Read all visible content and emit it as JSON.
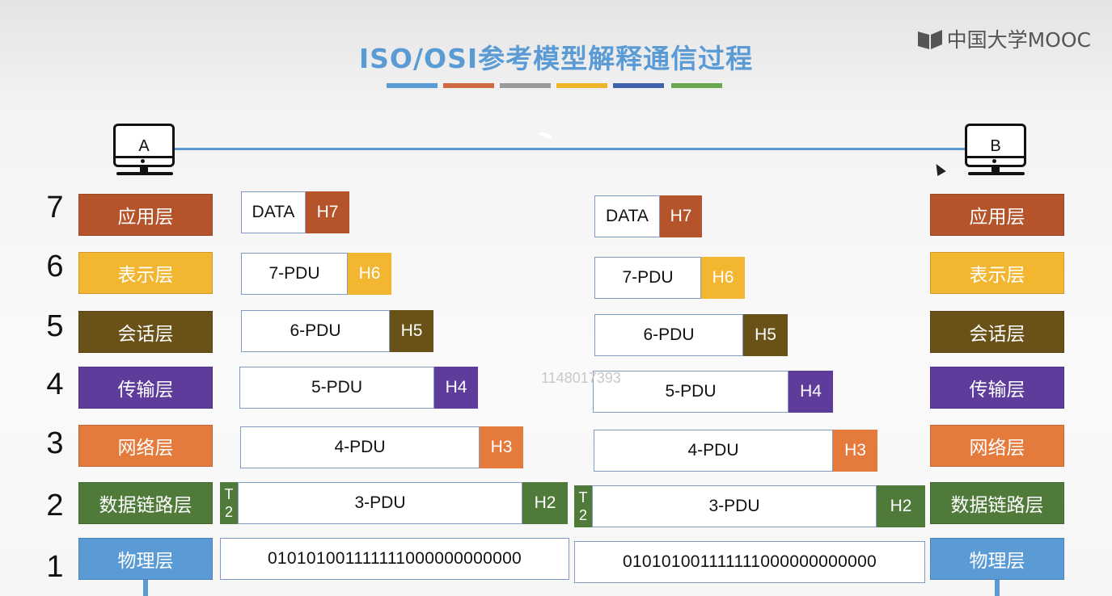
{
  "title": "ISO/OSI参考模型解释通信过程",
  "title_color": "#5b9bd5",
  "title_bar_colors": [
    "#5b9bd5",
    "#d0693f",
    "#9b9b9b",
    "#f0b429",
    "#3f62ad",
    "#6aa84f"
  ],
  "logo": {
    "text": "中国大学MOOC",
    "icon": "book-icon"
  },
  "hosts": {
    "a_label": "A",
    "b_label": "B",
    "icon": "computer-icon"
  },
  "watermark": "1148017393",
  "layers": [
    {
      "num": "7",
      "name": "应用层",
      "color": "#b5532a"
    },
    {
      "num": "6",
      "name": "表示层",
      "color": "#f2b631"
    },
    {
      "num": "5",
      "name": "会话层",
      "color": "#6a5118"
    },
    {
      "num": "4",
      "name": "传输层",
      "color": "#5e3c9c"
    },
    {
      "num": "3",
      "name": "网络层",
      "color": "#e47a3c"
    },
    {
      "num": "2",
      "name": "数据链路层",
      "color": "#4f7a3a"
    },
    {
      "num": "1",
      "name": "物理层",
      "color": "#5b9bd5"
    }
  ],
  "pdus": [
    {
      "body": "DATA",
      "header": "H7"
    },
    {
      "body": "7-PDU",
      "header": "H6"
    },
    {
      "body": "6-PDU",
      "header": "H5"
    },
    {
      "body": "5-PDU",
      "header": "H4"
    },
    {
      "body": "4-PDU",
      "header": "H3"
    },
    {
      "body": "3-PDU",
      "header": "H2",
      "trailer_top": "T",
      "trailer_bottom": "2"
    }
  ],
  "bits": "010101001111111000000000000"
}
